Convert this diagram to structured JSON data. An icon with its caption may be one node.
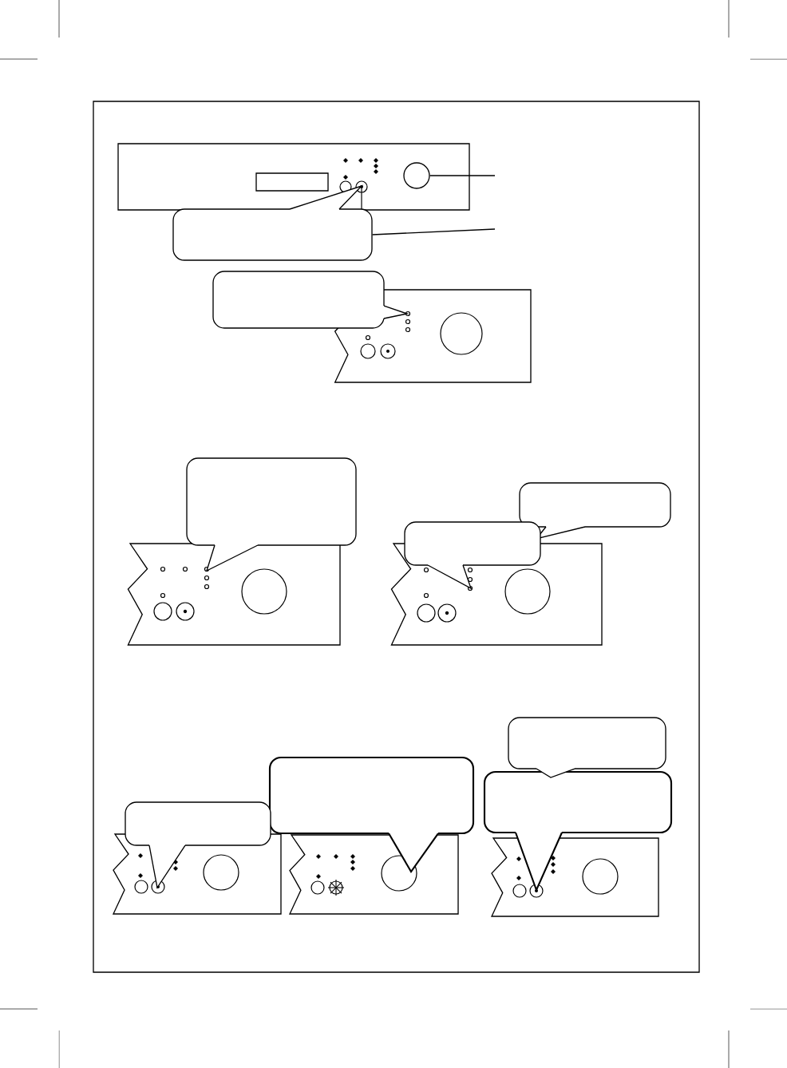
{
  "diagram": {
    "nodes": [
      {
        "text": [],
        "shape": "circle"
      },
      {
        "text": [],
        "shape": "callout"
      },
      {
        "text": [],
        "shape": "callout"
      },
      {
        "text": [],
        "shape": "callout"
      },
      {
        "text": [],
        "shape": "callout"
      },
      {
        "text": [],
        "shape": "callout"
      },
      {
        "text": [],
        "shape": "callout"
      },
      {
        "text": [],
        "shape": "callout"
      },
      {
        "text": [],
        "shape": "callout"
      },
      {
        "text": [],
        "shape": "callout"
      }
    ],
    "edges": [
      {
        "from": 0,
        "to": null,
        "arrow": "none"
      },
      {
        "from": 1,
        "to": null,
        "arrow": "none"
      }
    ]
  }
}
